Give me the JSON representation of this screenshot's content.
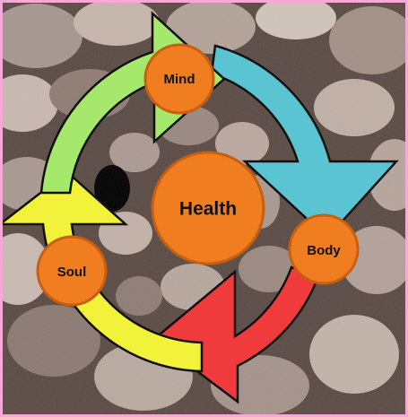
{
  "diagram": {
    "center": {
      "label": "Health"
    },
    "nodes": [
      {
        "id": "mind",
        "label": "Mind"
      },
      {
        "id": "body",
        "label": "Body"
      },
      {
        "id": "soul",
        "label": "Soul"
      }
    ],
    "cycle": [
      {
        "from": "mind",
        "to": "body",
        "color": "#5bc4d2"
      },
      {
        "from": "body",
        "to": "soul",
        "color": "#ef3b3b"
      },
      {
        "from": "soul",
        "to": "mind",
        "color": "#f2f23a"
      },
      {
        "from": "soul",
        "to": "mind",
        "color": "#a6e86b"
      }
    ],
    "colors": {
      "node_fill": "#f07d1f",
      "node_stroke": "#c85f10",
      "frame": "#f4a9d8",
      "background_stone": "#9b8b82"
    }
  }
}
